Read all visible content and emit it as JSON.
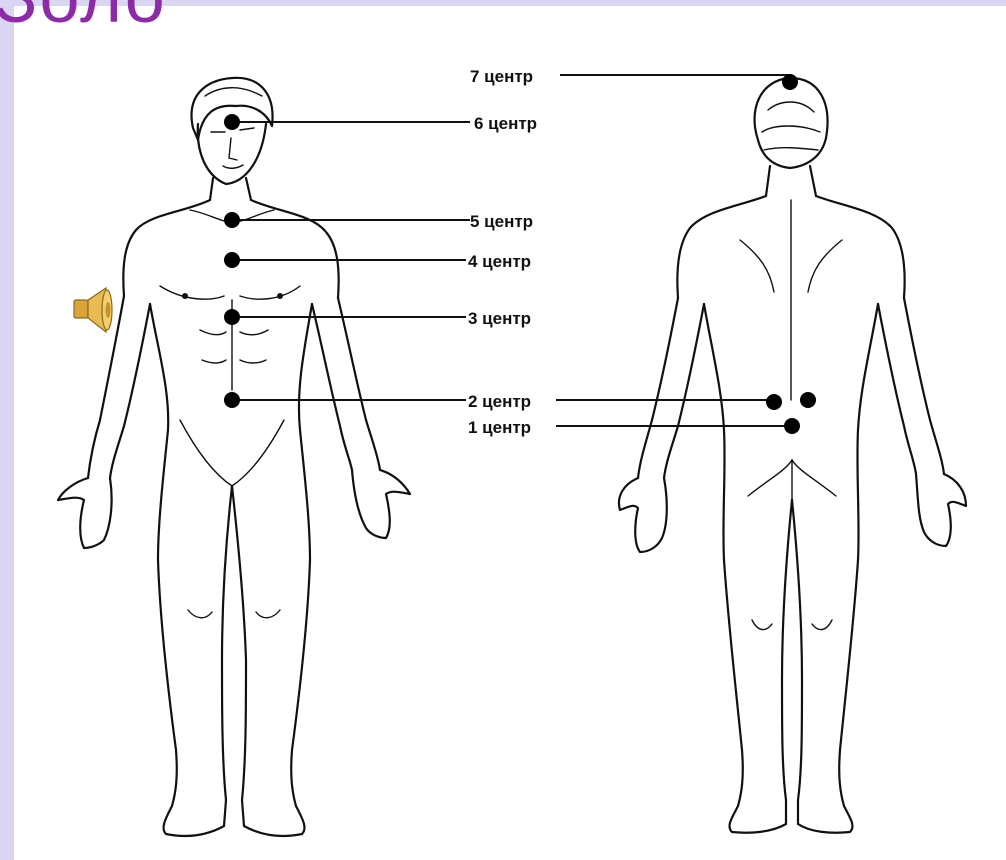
{
  "slide": {
    "title_fragment": "Золо",
    "colors": {
      "frame": "#d9d6f4",
      "title": "#8d2aa8",
      "ink": "#111111",
      "speaker": "#d9a53a"
    }
  },
  "audio": {
    "icon": "speaker-icon"
  },
  "diagram": {
    "labels": [
      {
        "id": "c7",
        "text": "7 центр"
      },
      {
        "id": "c6",
        "text": "6 центр"
      },
      {
        "id": "c5",
        "text": "5 центр"
      },
      {
        "id": "c4",
        "text": "4 центр"
      },
      {
        "id": "c3",
        "text": "3 центр"
      },
      {
        "id": "c2",
        "text": "2 центр"
      },
      {
        "id": "c1",
        "text": "1 центр"
      }
    ]
  }
}
